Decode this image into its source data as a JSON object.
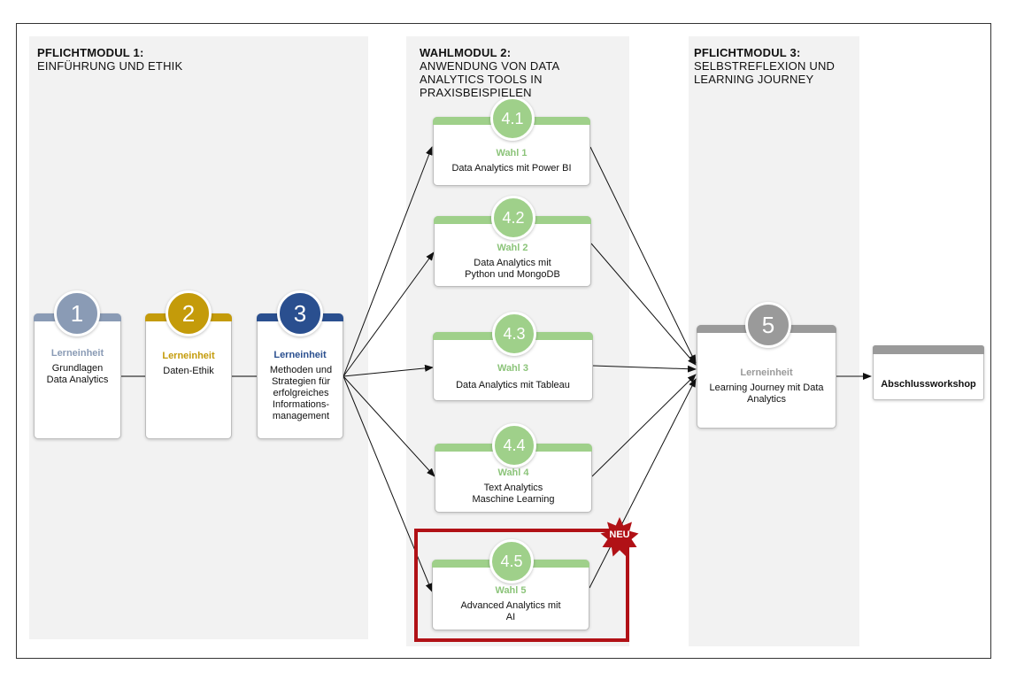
{
  "colors": {
    "module1": "#8a9bb5",
    "module2": "#c49b0a",
    "module3": "#2a4f8f",
    "module5": "#9a9a9a",
    "wahl": "#9fd08a",
    "wahl_text": "#8cc47a",
    "highlight": "#b11116"
  },
  "panels": [
    {
      "strong": "PFLICHTMODUL 1:",
      "sub": "EINFÜHRUNG UND ETHIK"
    },
    {
      "strong": "WAHLMODUL 2:",
      "sub": "ANWENDUNG VON DATA ANALYTICS TOOLS IN PRAXISBEISPIELEN"
    },
    {
      "strong": "PFLICHTMODUL 3:",
      "sub": "SELBSTREFLEXION UND LEARNING JOURNEY"
    }
  ],
  "units": [
    {
      "number": "1",
      "kind": "Lerneinheit",
      "text": "Grundlagen Data Analytics"
    },
    {
      "number": "2",
      "kind": "Lerneinheit",
      "text": "Daten-Ethik"
    },
    {
      "number": "3",
      "kind": "Lerneinheit",
      "text": "Methoden und Strategien für erfolgreiches Informations-management"
    }
  ],
  "electives": [
    {
      "number": "4.1",
      "kind": "Wahl 1",
      "text": "Data Analytics mit Power BI"
    },
    {
      "number": "4.2",
      "kind": "Wahl 2",
      "text": "Data Analytics mit Python und MongoDB"
    },
    {
      "number": "4.3",
      "kind": "Wahl 3",
      "text": "Data Analytics mit Tableau"
    },
    {
      "number": "4.4",
      "kind": "Wahl 4",
      "text": "Text Analytics Maschine Learning"
    },
    {
      "number": "4.5",
      "kind": "Wahl 5",
      "text": "Advanced Analytics mit AI"
    }
  ],
  "unit5": {
    "number": "5",
    "kind": "Lerneinheit",
    "text": "Learning Journey mit Data Analytics"
  },
  "new_badge": "NEU",
  "final": {
    "text": "Abschlussworkshop"
  }
}
